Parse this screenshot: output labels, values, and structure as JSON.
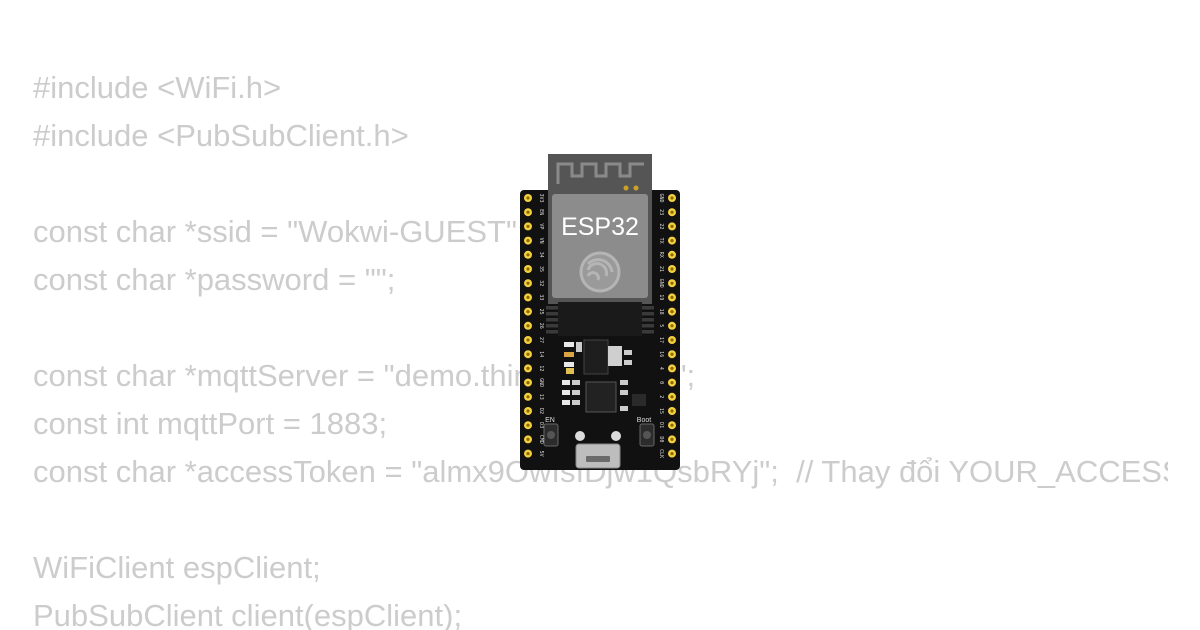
{
  "code_editor": {
    "lines": [
      "#include <WiFi.h>",
      "#include <PubSubClient.h>",
      "",
      "const char *ssid = \"Wokwi-GUEST\";",
      "const char *password = \"\";",
      "",
      "const char *mqttServer = \"demo.thingsboard.io\";",
      "const int mqttPort = 1883;",
      "const char *accessToken = \"almx9OwIsIDjw1QsbRYj\";  // Thay đổi YOUR_ACCESS_TOKEN",
      "",
      "WiFiClient espClient;",
      "PubSubClient client(espClient);"
    ]
  },
  "board": {
    "chip_label": "ESP32",
    "en_label": "EN",
    "boot_label": "Boot",
    "pins_left": [
      "3V3",
      "EN",
      "VP",
      "VN",
      "34",
      "35",
      "32",
      "33",
      "25",
      "26",
      "27",
      "14",
      "12",
      "GND",
      "13",
      "D2",
      "D3",
      "CMD",
      "5V"
    ],
    "pins_right": [
      "GND",
      "23",
      "22",
      "TX",
      "RX",
      "21",
      "GND",
      "19",
      "18",
      "5",
      "17",
      "16",
      "4",
      "0",
      "2",
      "15",
      "D1",
      "D0",
      "CLK"
    ],
    "colors": {
      "pcb": "#111111",
      "module": "#6a6a6a",
      "shield": "#8c8c8c",
      "pin": "#f4d03f"
    }
  }
}
